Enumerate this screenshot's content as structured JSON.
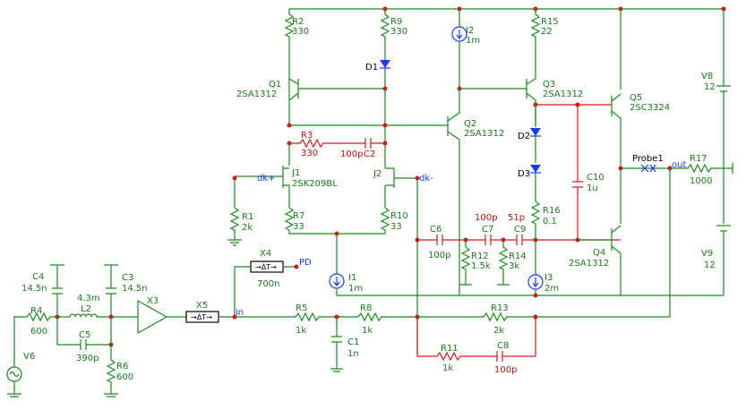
{
  "components": {
    "R2": {
      "ref": "R2",
      "value": "330"
    },
    "R9": {
      "ref": "R9",
      "value": "330"
    },
    "I2": {
      "ref": "I2",
      "value": "1m"
    },
    "R15": {
      "ref": "R15",
      "value": "22"
    },
    "D1": {
      "ref": "D1"
    },
    "Q1": {
      "ref": "Q1",
      "value": "2SA1312"
    },
    "Q3": {
      "ref": "Q3",
      "value": "2SA1312"
    },
    "Q5": {
      "ref": "Q5",
      "value": "2SC3324"
    },
    "Q2": {
      "ref": "Q2",
      "value": "2SA1312"
    },
    "R3": {
      "ref": "R3",
      "value": "330"
    },
    "C2": {
      "ref": "C2",
      "value": "100p"
    },
    "D2": {
      "ref": "D2"
    },
    "D3": {
      "ref": "D3"
    },
    "J1": {
      "ref": "J1",
      "value": "2SK209BL"
    },
    "J2": {
      "ref": "J2"
    },
    "Probe1": {
      "ref": "Probe1"
    },
    "R17": {
      "ref": "R17",
      "value": "1000"
    },
    "C10": {
      "ref": "C10",
      "value": "1u"
    },
    "R1": {
      "ref": "R1",
      "value": "2k"
    },
    "R7": {
      "ref": "R7",
      "value": "33"
    },
    "R10": {
      "ref": "R10",
      "value": "33"
    },
    "C6": {
      "ref": "C6",
      "value": "100p"
    },
    "C7": {
      "ref": "C7",
      "value": "100p"
    },
    "C9": {
      "ref": "C9",
      "value": "51p"
    },
    "R12": {
      "ref": "R12",
      "value": "1.5k"
    },
    "R14": {
      "ref": "R14",
      "value": "3k"
    },
    "R16": {
      "ref": "R16",
      "value": "0.1"
    },
    "Q4": {
      "ref": "Q4",
      "value": "2SA1312"
    },
    "V8": {
      "ref": "V8",
      "value": "12"
    },
    "V9": {
      "ref": "V9",
      "value": "12"
    },
    "X4": {
      "ref": "X4",
      "value": "700n"
    },
    "I1": {
      "ref": "I1",
      "value": "1m"
    },
    "I3": {
      "ref": "I3",
      "value": "2m"
    },
    "C4": {
      "ref": "C4",
      "value": "14.5n"
    },
    "C3": {
      "ref": "C3",
      "value": "14.5n"
    },
    "L2": {
      "ref": "L2",
      "value": "4.3m"
    },
    "X3": {
      "ref": "X3"
    },
    "X5": {
      "ref": "X5"
    },
    "R4": {
      "ref": "R4",
      "value": "600"
    },
    "C5": {
      "ref": "C5",
      "value": "390p"
    },
    "R6": {
      "ref": "R6",
      "value": "600"
    },
    "V6": {
      "ref": "V6"
    },
    "R5": {
      "ref": "R5",
      "value": "1k"
    },
    "R8": {
      "ref": "R8",
      "value": "1k"
    },
    "R13": {
      "ref": "R13",
      "value": "2k"
    },
    "C1": {
      "ref": "C1",
      "value": "1n"
    },
    "R11": {
      "ref": "R11",
      "value": "1k"
    },
    "C8": {
      "ref": "C8",
      "value": "100p"
    }
  },
  "nets": {
    "dk_plus": "dk+",
    "dk_minus": "dk-",
    "pd": "PD",
    "in": "in",
    "out": "out"
  },
  "colors": {
    "wire": "#1a8a1a",
    "highlight": "#d01a1a",
    "semiconductor": "#1a3aff",
    "node": "#d01a1a"
  }
}
